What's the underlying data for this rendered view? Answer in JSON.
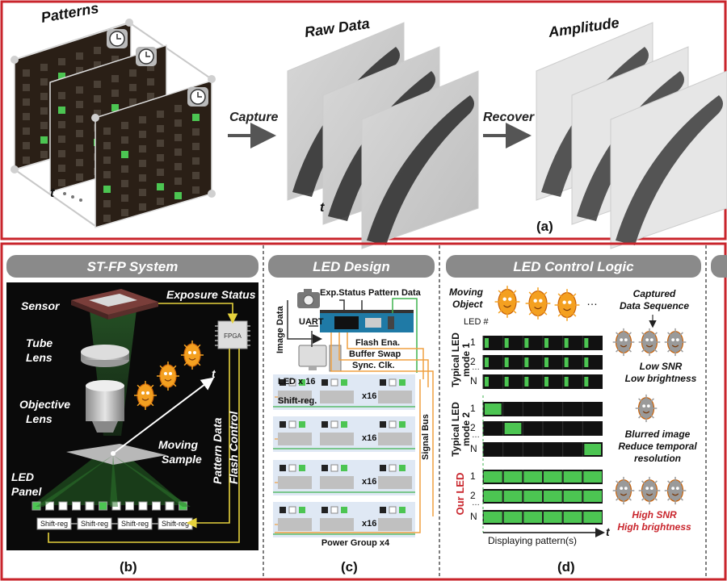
{
  "panel_a": {
    "patterns_label": "Patterns",
    "raw_label": "Raw Data",
    "amp_label": "Amplitude",
    "capture_label": "Capture",
    "recover_label": "Recover",
    "t_label": "t",
    "caption": "(a)"
  },
  "panel_b": {
    "header": "ST-FP System",
    "sensor": "Sensor",
    "exposure": "Exposure Status",
    "tube1": "Tube",
    "tube2": "Lens",
    "obj1": "Objective",
    "obj2": "Lens",
    "fpga": "FPGA",
    "moving1": "Moving",
    "moving2": "Sample",
    "led1": "LED",
    "led2": "Panel",
    "pattern_data": "Pattern Data",
    "flash_control": "Flash Control",
    "t_label": "t",
    "shift_reg": "Shift-reg",
    "caption": "(b)"
  },
  "panel_c": {
    "header": "LED Design",
    "exp_status": "Exp.Status",
    "pattern_data": "Pattern Data",
    "image_data": "Image Data",
    "uart": "UART",
    "flash_ena": "Flash Ena.",
    "buffer_swap": "Buffer Swap",
    "sync_clk": "Sync. Clk.",
    "led_x16": "LED x 16",
    "shift_reg": "Shift-reg.",
    "x16": "x16",
    "signal_bus": "Signal Bus",
    "power_group": "Power Group x4",
    "caption": "(c)"
  },
  "panel_d": {
    "header": "LED Control Logic",
    "moving1": "Moving",
    "moving2": "Object",
    "led_hash": "LED #",
    "mode1a": "Typical LED",
    "mode1b": "mode 1",
    "mode2a": "Typical LED",
    "mode2b": "mode 2",
    "our_led": "Our LED",
    "row1": "1",
    "row2": "2",
    "rowN": "N",
    "captured1": "Captured",
    "captured2": "Data Sequence",
    "low_snr": "Low SNR",
    "low_bright": "Low brightness",
    "blurred": "Blurred image",
    "reduce1": "Reduce temporal",
    "reduce2": "resolution",
    "high_snr": "High SNR",
    "high_bright": "High brightness",
    "x_axis": "Displaying pattern(s)",
    "t_label": "t",
    "ellipsis": "…",
    "caption": "(d)"
  },
  "colors": {
    "red_border": "#c9252c",
    "led_green": "#4cc552",
    "header_gray": "#8a8a8a",
    "orange_wire": "#f0a040",
    "green_wire": "#3fb34f"
  }
}
